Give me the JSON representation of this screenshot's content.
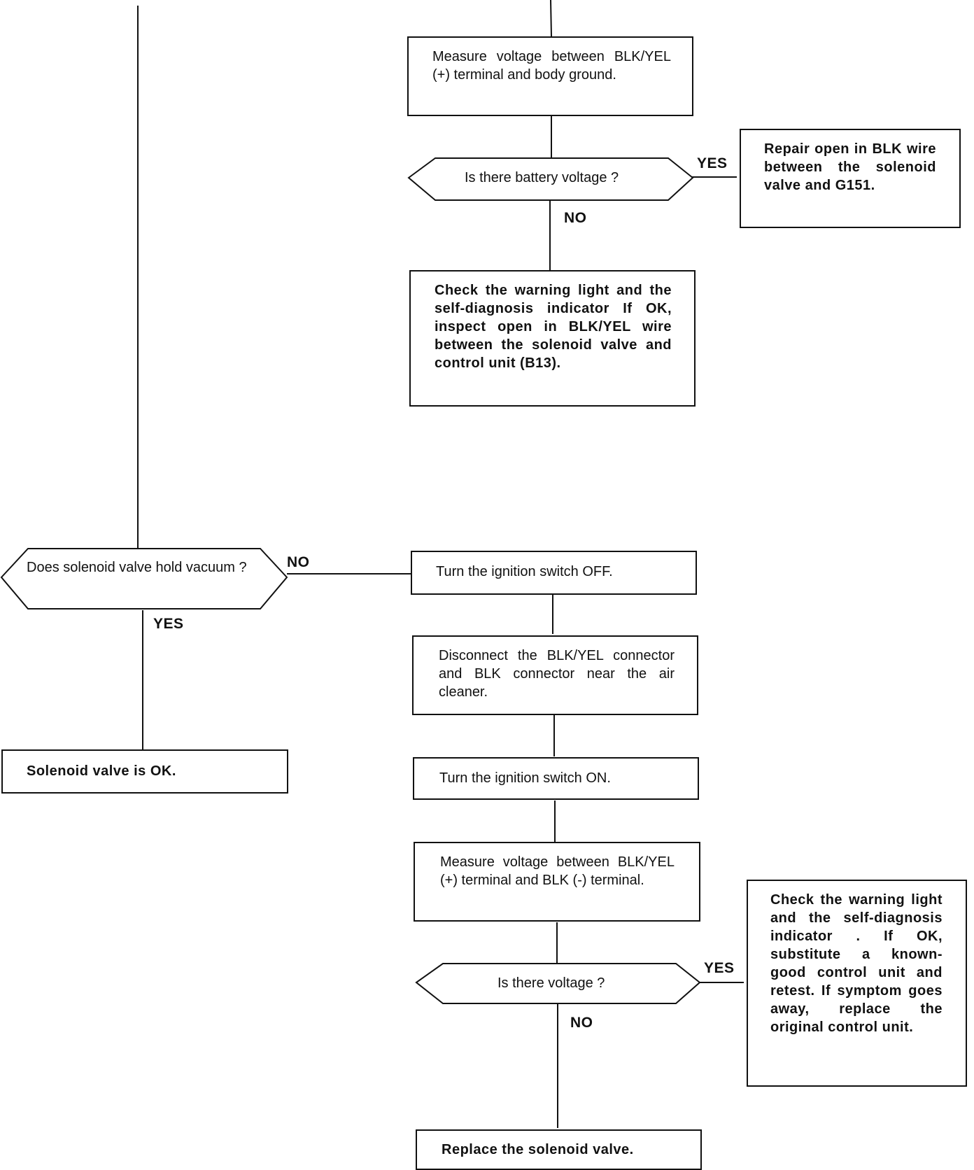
{
  "steps": {
    "measure_body_ground": "Measure voltage between BLK/YEL (+) terminal and body ground.",
    "battery_voltage_q": "Is there battery voltage ?",
    "repair_open_blk": "Repair open in BLK wire between the solenoid valve and G151.",
    "check_warning_1": "Check the warning light and the self-diagnosis indicator If OK, inspect open in BLK/YEL wire between the solenoid valve and control unit (B13).",
    "hold_vacuum_q": "Does solenoid valve hold vacuum ?",
    "valve_ok": "Solenoid valve is OK.",
    "ignition_off": "Turn the ignition switch OFF.",
    "disconnect": "Disconnect the BLK/YEL connector and BLK connector near the air cleaner.",
    "ignition_on": "Turn the ignition switch ON.",
    "measure_blk": "Measure voltage between BLK/YEL (+) terminal and BLK (-) terminal.",
    "voltage_q": "Is there voltage ?",
    "check_warning_2": "Check the warning light and the self-diagnosis indicator . If OK, substitute a known-good control unit and retest. If symptom goes away, replace the original control unit.",
    "replace_valve": "Replace the solenoid valve."
  },
  "labels": {
    "yes": "YES",
    "no": "NO"
  }
}
